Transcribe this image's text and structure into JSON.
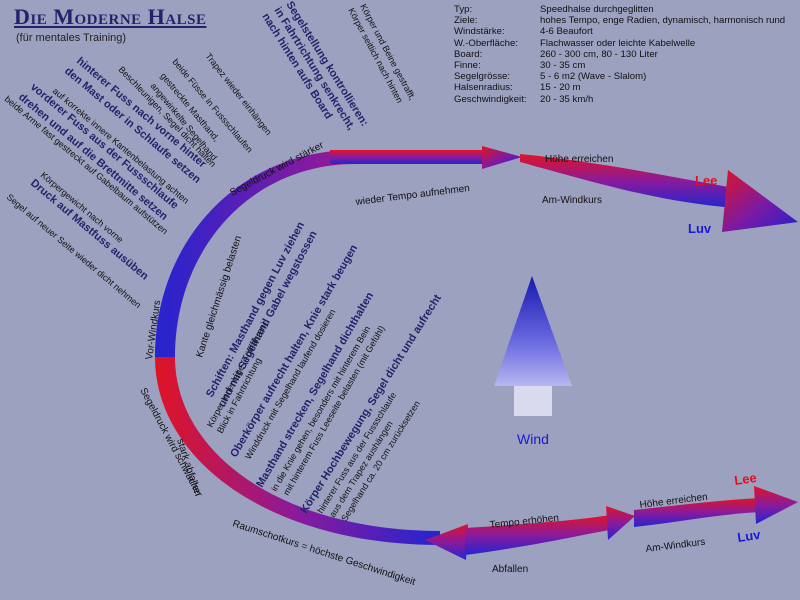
{
  "title": "Die Moderne Halse",
  "subtitle": "(für mentales Training)",
  "specs": [
    {
      "key": "Typ:",
      "value": "Speedhalse durchgeglitten"
    },
    {
      "key": "Ziele:",
      "value": "hohes Tempo, enge Radien, dynamisch, harmonisch rund"
    },
    {
      "key": "Windstärke:",
      "value": "4-6 Beaufort"
    },
    {
      "key": "W.-Oberfläche:",
      "value": "Flachwasser oder leichte Kabelwelle"
    },
    {
      "key": "Board:",
      "value": "260 - 300 cm, 80 - 130 Liter"
    },
    {
      "key": "Finne:",
      "value": "30 - 35 cm"
    },
    {
      "key": "Segelgrösse:",
      "value": "5 - 6 m2 (Wave - Slalom)"
    },
    {
      "key": "Halsenradius:",
      "value": "15 - 20 m"
    },
    {
      "key": "Geschwindigkeit:",
      "value": "20 - 35 km/h"
    }
  ],
  "wind_label": "Wind",
  "arrow_top": {
    "lee": "Lee",
    "luv": "Luv",
    "upper": "Höhe erreichen",
    "lower": "Am-Windkurs",
    "left": "wieder Tempo aufnehmen"
  },
  "arrow_bottom": {
    "lee": "Lee",
    "luv": "Luv",
    "upper": "Höhe erreichen",
    "lower": "Am-Windkurs",
    "mid": "Tempo erhöhen",
    "left": "Abfallen"
  },
  "curve_labels": {
    "segeldruck_staerker": "Segeldruck wird stärker",
    "kante_gleichmaessig": "Kante gleichmässig belasten",
    "vor_windkurs": "Vor-Windkurs",
    "stark_abfallen": "stark abfallen",
    "segeldruck_schwaecher": "Segeldruck wird schwächer",
    "raumschot": "Raumschotkurs = höchste Geschwindigkeit"
  },
  "outer_notes": [
    {
      "text": "Körper und Beine gestrafft,",
      "bold": false
    },
    {
      "text": "Körper seitlich nach hinten",
      "bold": false
    },
    {
      "text": "Segelstellung kontrollieren:",
      "bold": true
    },
    {
      "text": "in Fahrtrichtung senkrecht,",
      "bold": true
    },
    {
      "text": "nach hinten aufs Board",
      "bold": true
    },
    {
      "text": "Trapez wieder einhängen",
      "bold": false
    },
    {
      "text": "beide Füsse in Fussschlaufen",
      "bold": false
    },
    {
      "text": "gestreckte Masthand,",
      "bold": false
    },
    {
      "text": "angewinkelte Segelhand",
      "bold": false
    },
    {
      "text": "Beschleunigen, Segel dicht halten",
      "bold": false
    },
    {
      "text": "hinterer Fuss nach vorne hinter",
      "bold": true
    },
    {
      "text": "den Mast oder in Schlaufe setzen",
      "bold": true
    },
    {
      "text": "auf korrekte innere Kantenbelastung achten",
      "bold": false
    },
    {
      "text": "vorderer Fuss aus der Fussschlaufe",
      "bold": true
    },
    {
      "text": "drehen und auf die Brettmitte setzen",
      "bold": true
    },
    {
      "text": "beide Arme fast gestreckt auf Gabelbaum aufstützen",
      "bold": false
    },
    {
      "text": "Körpergewicht nach vorne",
      "bold": false
    },
    {
      "text": "Druck auf Mastfuss ausüben",
      "bold": true
    },
    {
      "text": "Segel auf neuer Seite wieder dicht nehmen",
      "bold": false
    }
  ],
  "inner_notes": [
    {
      "text": "Schiften: Masthand gegen Luv ziehen",
      "bold": true
    },
    {
      "text": "und mit Segelhand Gabel wegstossen",
      "bold": true
    },
    {
      "text": "Körper Innenlage (Töfffahren)",
      "bold": false
    },
    {
      "text": "Blick in Fahrtrichtung",
      "bold": false
    },
    {
      "text": "Oberkörper aufrecht halten, Knie stark beugen",
      "bold": true
    },
    {
      "text": "Winddruck mit Segelhand laufend dosieren",
      "bold": false
    },
    {
      "text": "Masthand strecken, Segelhand dichthalten",
      "bold": true
    },
    {
      "text": "in die Knie gehen, besonders mit hinterem Bein",
      "bold": false
    },
    {
      "text": "mit hinterem Fuss Leeseite belasten (mit Gefühl)",
      "bold": false
    },
    {
      "text": "Körper Hochbewegung, Segel dicht und aufrecht",
      "bold": true
    },
    {
      "text": "hinterer Fuss aus der Fussschlaufe",
      "bold": false
    },
    {
      "text": "aus dem Trapez aushängen",
      "bold": false
    },
    {
      "text": "Segelhand ca. 20 cm zurücksetzen",
      "bold": false
    }
  ],
  "colors": {
    "background": "#9da1c0",
    "title": "#23236b",
    "lee": "#e0101e",
    "luv": "#1a1ad2",
    "arrow_red": "#d91e2e",
    "arrow_blue": "#2222c8"
  }
}
